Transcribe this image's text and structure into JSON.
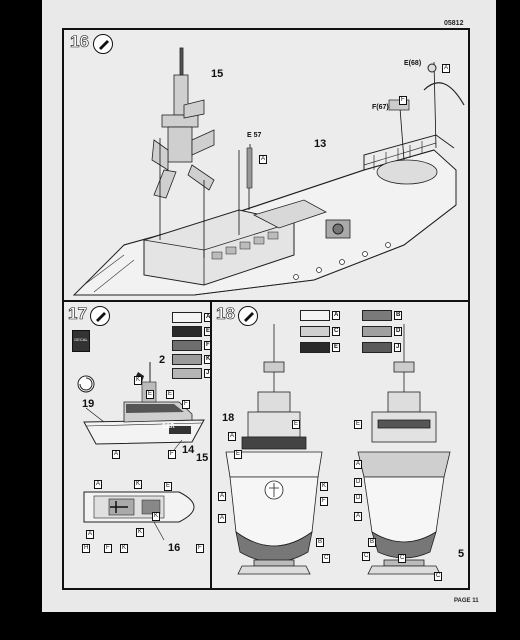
{
  "sheet_code": "05812",
  "page_label": "PAGE 11",
  "step16": {
    "number": "16",
    "part_15": "15",
    "part_13": "13",
    "part_e57": "E",
    "part_e57_num": "57",
    "part_e68": "E",
    "part_e68_num": "68",
    "part_f67": "F",
    "part_f67_num": "67",
    "color_a": "A",
    "color_f": "F"
  },
  "step17": {
    "number": "17",
    "decal_label": "DECAL",
    "part_2": "2",
    "part_19": "19",
    "part_14": "14",
    "part_15": "15",
    "part_16": "16",
    "hull_text": "S&R",
    "swatches": [
      {
        "code": "A",
        "color": "#f4f4f4"
      },
      {
        "code": "E",
        "color": "#2a2a2a"
      },
      {
        "code": "F",
        "color": "#6e6e6e"
      },
      {
        "code": "K",
        "color": "#9a9a9a"
      },
      {
        "code": "J",
        "color": "#b5b5b5"
      }
    ],
    "callouts": [
      "K",
      "E",
      "E",
      "F",
      "A",
      "F",
      "A",
      "K",
      "E",
      "K",
      "A",
      "K",
      "H",
      "F",
      "K",
      "F"
    ]
  },
  "step18": {
    "number": "18",
    "part_18": "18",
    "part_5": "5",
    "swatches_left": [
      {
        "code": "A",
        "color": "#f4f4f4"
      },
      {
        "code": "C",
        "color": "#cfcfcf"
      },
      {
        "code": "E",
        "color": "#2a2a2a"
      }
    ],
    "swatches_right": [
      {
        "code": "B",
        "color": "#7a7a7a"
      },
      {
        "code": "D",
        "color": "#9f9f9f"
      },
      {
        "code": "J",
        "color": "#5a5a5a"
      }
    ],
    "callouts": [
      "A",
      "E",
      "E",
      "A",
      "F",
      "K",
      "A",
      "B",
      "C",
      "C",
      "E",
      "A",
      "D",
      "D",
      "A",
      "E",
      "B",
      "C",
      "C"
    ]
  }
}
